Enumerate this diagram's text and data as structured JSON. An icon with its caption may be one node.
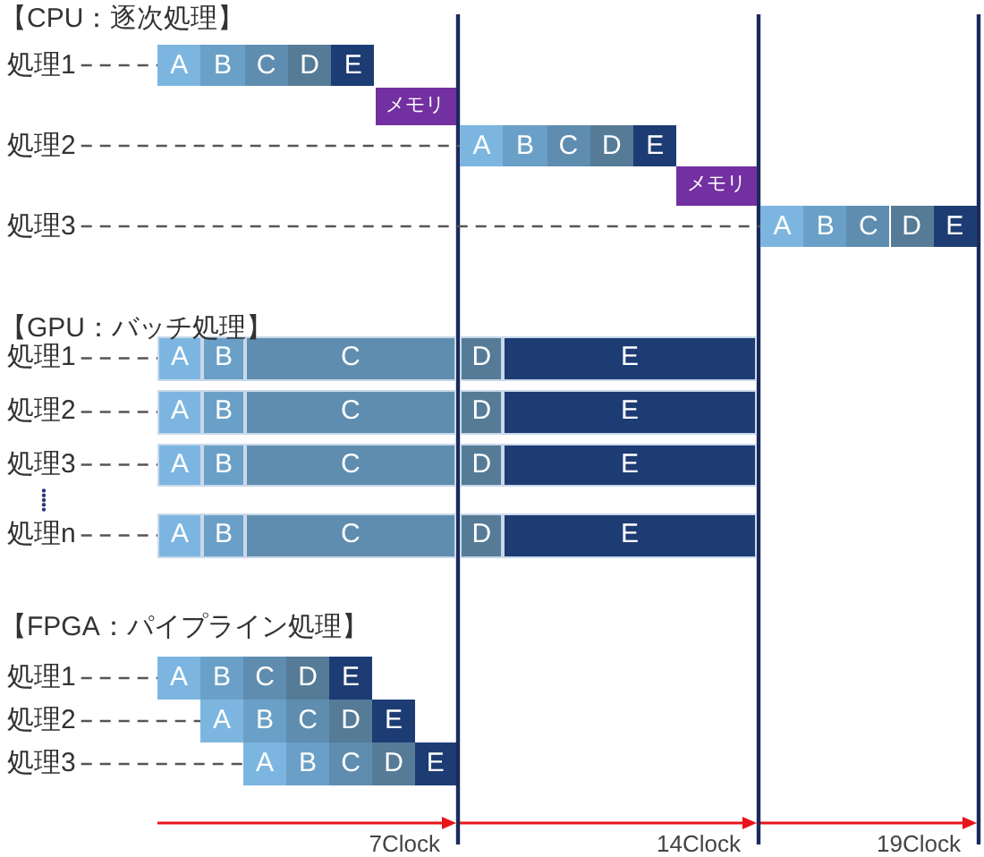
{
  "diagram": {
    "nodes": [
      {
        "text": [
          "処理1"
        ]
      },
      {
        "text": [
          "A"
        ]
      },
      {
        "text": [
          "B"
        ]
      },
      {
        "text": [
          "C"
        ]
      },
      {
        "text": [
          "D"
        ]
      },
      {
        "text": [
          "E"
        ]
      },
      {
        "text": [
          "メモリ"
        ]
      },
      {
        "text": [
          "処理2"
        ]
      },
      {
        "text": [
          "A"
        ]
      },
      {
        "text": [
          "B"
        ]
      },
      {
        "text": [
          "C"
        ]
      },
      {
        "text": [
          "D"
        ]
      },
      {
        "text": [
          "E"
        ]
      },
      {
        "text": [
          "メモリ"
        ]
      },
      {
        "text": [
          "処理3"
        ]
      },
      {
        "text": [
          "A"
        ]
      },
      {
        "text": [
          "B"
        ]
      },
      {
        "text": [
          "C"
        ]
      },
      {
        "text": [
          "D"
        ]
      },
      {
        "text": [
          "E"
        ]
      },
      {
        "text": [
          "処理1"
        ]
      },
      {
        "text": [
          "A"
        ]
      },
      {
        "text": [
          "B"
        ]
      },
      {
        "text": [
          "C"
        ]
      },
      {
        "text": [
          "D"
        ]
      },
      {
        "text": [
          "E"
        ]
      },
      {
        "text": [
          "処理2"
        ]
      },
      {
        "text": [
          "A"
        ]
      },
      {
        "text": [
          "B"
        ]
      },
      {
        "text": [
          "C"
        ]
      },
      {
        "text": [
          "D"
        ]
      },
      {
        "text": [
          "E"
        ]
      },
      {
        "text": [
          "処理3"
        ]
      },
      {
        "text": [
          "A"
        ]
      },
      {
        "text": [
          "B"
        ]
      },
      {
        "text": [
          "C"
        ]
      },
      {
        "text": [
          "D"
        ]
      },
      {
        "text": [
          "E"
        ]
      },
      {
        "text": [
          "処理n"
        ]
      },
      {
        "text": [
          "A"
        ]
      },
      {
        "text": [
          "B"
        ]
      },
      {
        "text": [
          "C"
        ]
      },
      {
        "text": [
          "D"
        ]
      },
      {
        "text": [
          "E"
        ]
      },
      {
        "text": [
          "処理1"
        ]
      },
      {
        "text": [
          "A"
        ]
      },
      {
        "text": [
          "B"
        ]
      },
      {
        "text": [
          "C"
        ]
      },
      {
        "text": [
          "D"
        ]
      },
      {
        "text": [
          "E"
        ]
      },
      {
        "text": [
          "処理2"
        ]
      },
      {
        "text": [
          "A"
        ]
      },
      {
        "text": [
          "B"
        ]
      },
      {
        "text": [
          "C"
        ]
      },
      {
        "text": [
          "D"
        ]
      },
      {
        "text": [
          "E"
        ]
      },
      {
        "text": [
          "処理3"
        ]
      },
      {
        "text": [
          "A"
        ]
      },
      {
        "text": [
          "B"
        ]
      },
      {
        "text": [
          "C"
        ]
      },
      {
        "text": [
          "D"
        ]
      },
      {
        "text": [
          "E"
        ]
      }
    ],
    "edges": [
      {
        "from": 0,
        "to": 1,
        "arrow": "none",
        "style": "dashed"
      },
      {
        "from": 7,
        "to": 8,
        "arrow": "none",
        "style": "dashed"
      },
      {
        "from": 14,
        "to": 15,
        "arrow": "none",
        "style": "dashed"
      },
      {
        "from": 20,
        "to": 21,
        "arrow": "none",
        "style": "dashed"
      },
      {
        "from": 26,
        "to": 27,
        "arrow": "none",
        "style": "dashed"
      },
      {
        "from": 32,
        "to": 33,
        "arrow": "none",
        "style": "dashed"
      },
      {
        "from": 38,
        "to": 39,
        "arrow": "none",
        "style": "dashed"
      },
      {
        "from": 44,
        "to": 45,
        "arrow": "none",
        "style": "dashed"
      },
      {
        "from": 50,
        "to": 51,
        "arrow": "none",
        "style": "dashed"
      },
      {
        "from": 56,
        "to": 57,
        "arrow": "none",
        "style": "dashed"
      }
    ],
    "labels": [
      "【CPU：逐次処理】",
      "【GPU：バッチ処理】",
      "【FPGA：パイプライン処理】",
      "7Clock",
      "14Clock",
      "19Clock"
    ]
  }
}
